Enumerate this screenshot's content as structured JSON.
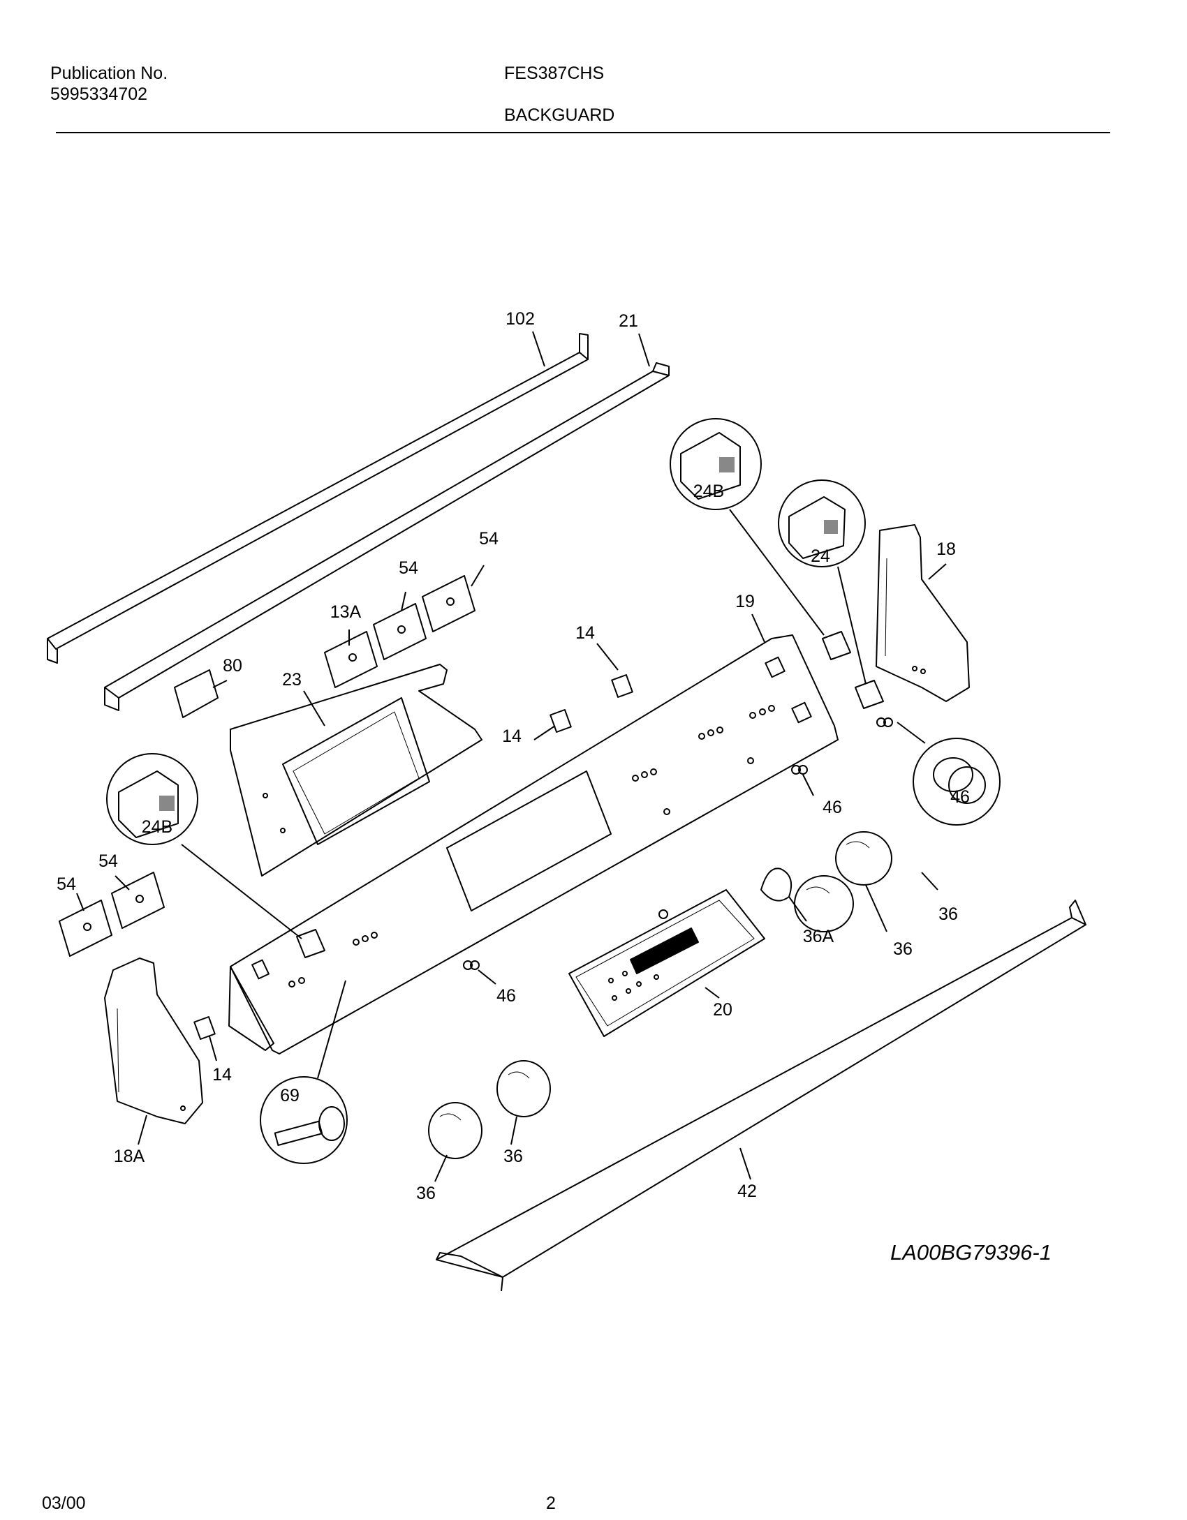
{
  "header": {
    "publication_label": "Publication No.",
    "publication_number": "5995334702",
    "model": "FES387CHS",
    "section": "BACKGUARD"
  },
  "diagram": {
    "reference_code": "LA00BG79396-1",
    "callouts": {
      "c102": "102",
      "c21": "21",
      "c24b_top": "24B",
      "c24": "24",
      "c18": "18",
      "c54_a": "54",
      "c54_b": "54",
      "c13a": "13A",
      "c19": "19",
      "c14_a": "14",
      "c14_b": "14",
      "c80": "80",
      "c23": "23",
      "c46_a": "46",
      "c46_b": "46",
      "c24b_left": "24B",
      "c54_c": "54",
      "c54_d": "54",
      "c36a": "36A",
      "c36_a": "36",
      "c36_b": "36",
      "c46_c": "46",
      "c20": "20",
      "c14_c": "14",
      "c69": "69",
      "c18a": "18A",
      "c36_c": "36",
      "c36_d": "36",
      "c42": "42"
    }
  },
  "footer": {
    "date": "03/00",
    "page": "2"
  }
}
